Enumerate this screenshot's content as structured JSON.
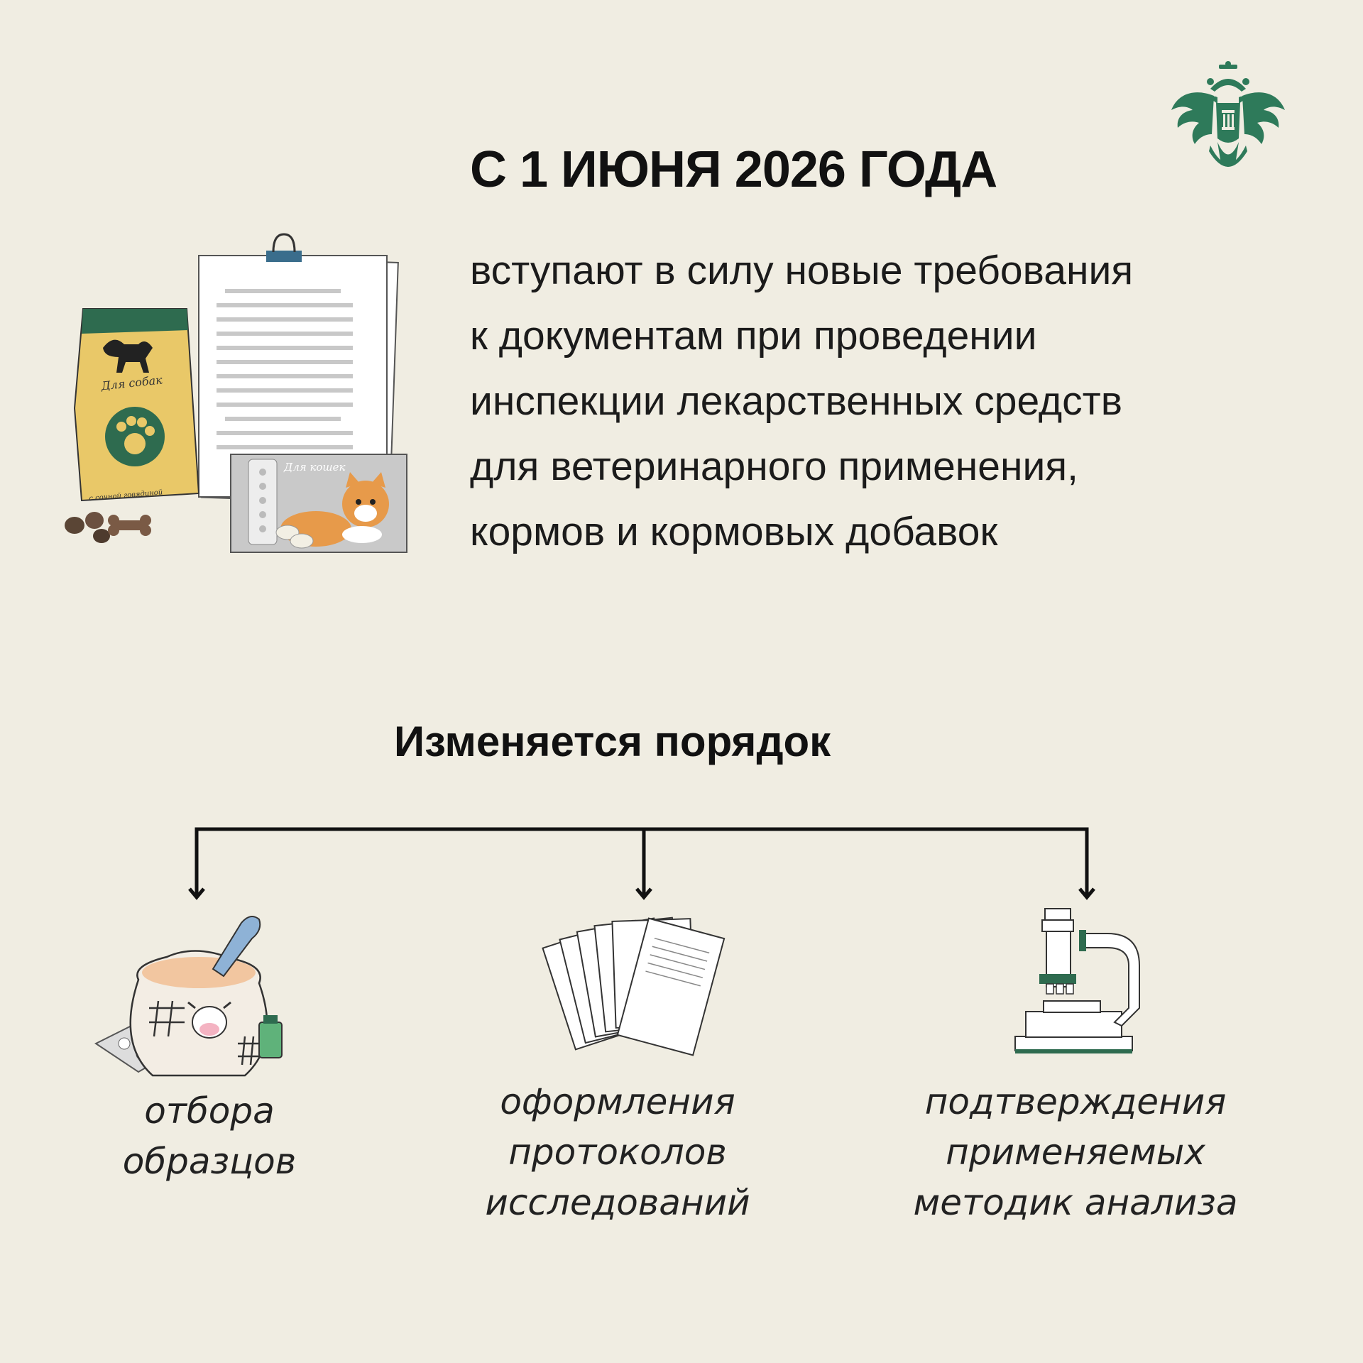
{
  "headline": "С 1 ИЮНЯ 2026 ГОДА",
  "intro_lines": [
    "вступают в силу новые требования",
    "к документам при проведении",
    "инспекции лекарственных средств",
    "для ветеринарного применения,",
    "кормов и кормовых добавок"
  ],
  "section_title": "Изменяется порядок",
  "branches": [
    {
      "caption_lines": [
        "отбора",
        "образцов"
      ],
      "icon": "feed-sack-icon"
    },
    {
      "caption_lines": [
        "оформления",
        "протоколов",
        "исследований"
      ],
      "icon": "documents-stack-icon"
    },
    {
      "caption_lines": [
        "подтверждения",
        "применяемых",
        "методик анализа"
      ],
      "icon": "microscope-icon"
    }
  ],
  "illustration": {
    "dog_food_label": "Для собак",
    "dog_food_sublabel": "с сочной говядиной",
    "cat_box_label": "Для кошек"
  },
  "colors": {
    "background": "#f0ede2",
    "brand_green": "#2e7a5a",
    "dog_bag_yellow": "#e9c868",
    "cat_orange": "#e79a4a"
  }
}
